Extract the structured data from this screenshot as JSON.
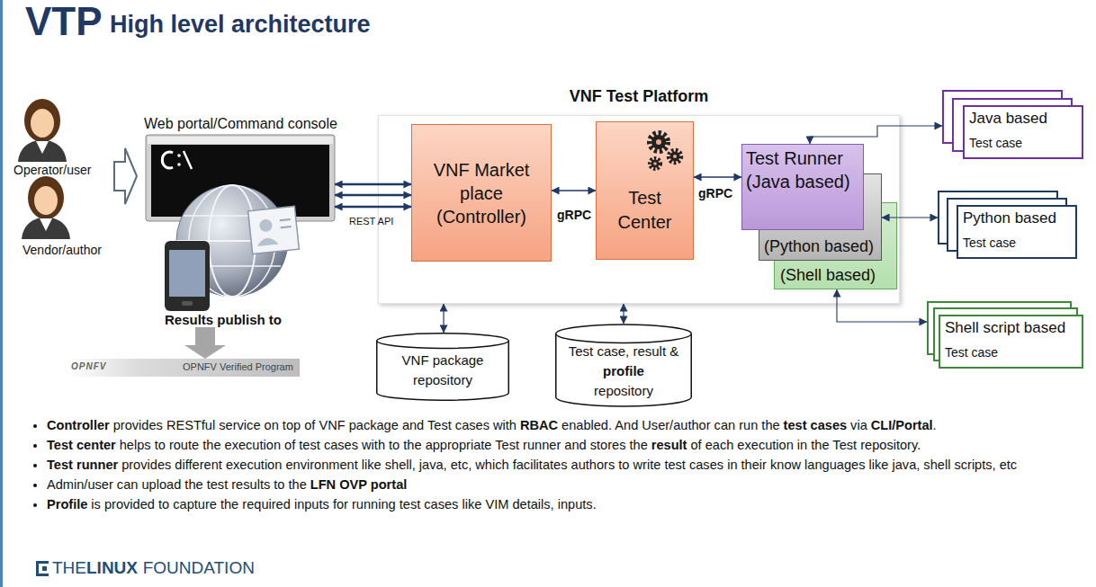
{
  "diagram": {
    "title": "VTP",
    "nodes": [
      {
        "text": [
          "VNF Test Platform"
        ]
      },
      {
        "text": [
          "VNF Market place (Controller)"
        ],
        "in": 0
      },
      {
        "text": [
          "Test Center"
        ],
        "in": 0
      },
      {
        "text": [
          "Test Runner (Java based)"
        ],
        "in": 0
      },
      {
        "text": [
          "(Python based)"
        ],
        "in": 0
      },
      {
        "text": [
          "(Shell based)"
        ],
        "in": 0
      },
      {
        "text": [
          "Web portal/Command console"
        ]
      },
      {
        "text": [
          "VNF package repository"
        ]
      },
      {
        "text": [
          "Test case, result &",
          "profile",
          "repository"
        ]
      },
      {
        "text": [
          "Java based",
          "Test case"
        ]
      },
      {
        "text": [
          "Python based",
          "Test case"
        ]
      },
      {
        "text": [
          "Shell script based",
          "Test case"
        ]
      },
      {
        "text": [
          "OPNFV",
          "OPNFV Verified Program"
        ]
      }
    ],
    "edges": [
      {
        "from": 6,
        "to": 1,
        "arrow": "both"
      },
      {
        "from": 6,
        "to": 1,
        "arrow": "both"
      },
      {
        "from": 6,
        "to": 1,
        "label": "REST API",
        "arrow": "both"
      },
      {
        "from": 1,
        "to": 2,
        "label": "gRPC",
        "arrow": "both"
      },
      {
        "from": 2,
        "to": 3,
        "label": "gRPC",
        "arrow": "both"
      },
      {
        "from": 3,
        "to": 9,
        "arrow": "both"
      },
      {
        "from": 4,
        "to": 10,
        "arrow": "both"
      },
      {
        "from": 5,
        "to": 11,
        "arrow": "both"
      },
      {
        "from": 0,
        "to": 7,
        "arrow": "both"
      },
      {
        "from": 0,
        "to": 8,
        "arrow": "both"
      },
      {
        "from": 6,
        "to": 12,
        "label": "Results publish to",
        "arrow": "to"
      }
    ],
    "labels": [
      "High level architecture",
      "Operator/user",
      "Vendor/author",
      "Controller",
      "provides RESTful service on top of VNF package and Test cases with",
      "RBAC",
      "enabled. And User/author can run the",
      "test cases",
      "via",
      "CLI/Portal",
      ".",
      "Test center",
      "helps to route the execution of test cases with to the appropriate Test runner and stores the",
      "result",
      "of each execution in the Test repository.",
      "Test runner",
      "provides different execution environment like shell, java, etc, which facilitates authors to write test cases in their know languages like java, shell scripts, etc",
      "Admin/user can upload the test results to the",
      "LFN OVP portal",
      "Profile",
      "is provided to capture the required inputs for running test cases like VIM details, inputs.",
      "THE",
      "LINUX",
      "FOUNDATION"
    ]
  }
}
